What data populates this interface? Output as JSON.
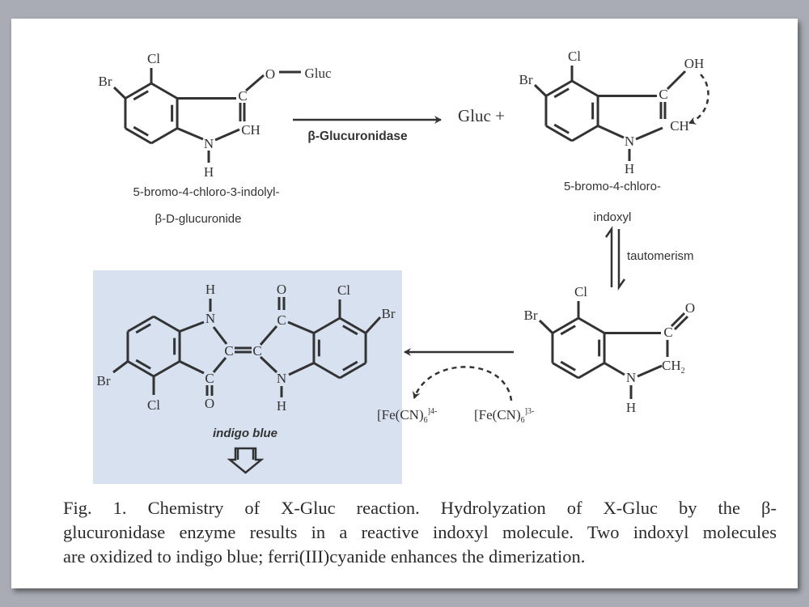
{
  "reactant": {
    "atoms": {
      "cl": "Cl",
      "br": "Br",
      "c": "C",
      "ch": "CH",
      "n": "N",
      "h": "H",
      "o": "O",
      "gluc": "Gluc"
    },
    "name_line1": "5-bromo-4-chloro-3-indolyl-",
    "name_line2": "β-D-glucuronide"
  },
  "enzyme_label": "β-Glucuronidase",
  "byproduct": "Gluc +",
  "indoxyl": {
    "atoms": {
      "cl": "Cl",
      "br": "Br",
      "c": "C",
      "ch": "CH",
      "n": "N",
      "h": "H",
      "oh": "OH"
    },
    "name_line1": "5-bromo-4-chloro-",
    "name_line2": "indoxyl"
  },
  "tautomerism_label": "tautomerism",
  "keto": {
    "atoms": {
      "cl": "Cl",
      "br": "Br",
      "c": "C",
      "o": "O",
      "ch": "CH",
      "sub2": "2",
      "n": "N",
      "h": "H"
    }
  },
  "oxidant": {
    "reduced": "[Fe(CN)",
    "reduced_sub": "6",
    "reduced_sup": "]4-",
    "oxidized": "[Fe(CN)",
    "oxidized_sub": "6",
    "oxidized_sup": "]3-"
  },
  "indigo": {
    "atoms": {
      "h": "H",
      "n": "N",
      "o": "O",
      "c": "C",
      "cl": "Cl",
      "br": "Br"
    },
    "label": "indigo blue",
    "highlight_color": "#d7e1f0"
  },
  "caption": [
    "Fig. 1. Chemistry of X-Gluc reaction. Hydrolyzation of X-Gluc by the β-",
    "glucuronidase enzyme results in a reactive indoxyl molecule. Two indoxyl molecules",
    "are oxidized to indigo blue; ferri(III)cyanide enhances the dimerization."
  ]
}
